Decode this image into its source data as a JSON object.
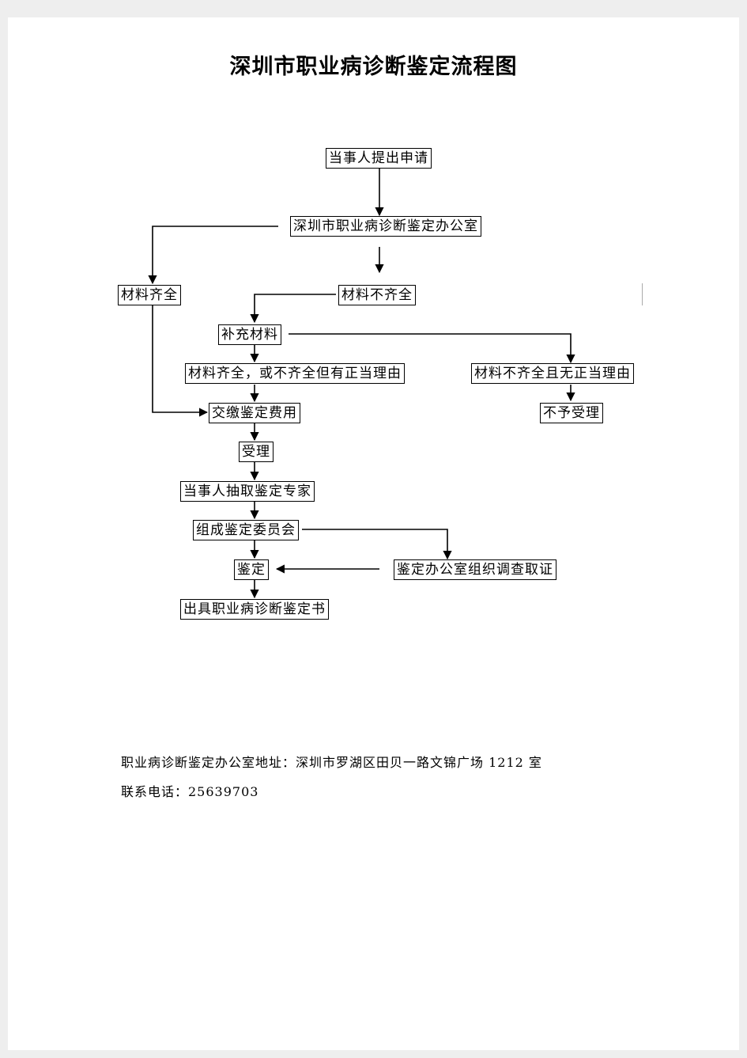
{
  "title": "深圳市职业病诊断鉴定流程图",
  "nodes": {
    "apply": "当事人提出申请",
    "office": "深圳市职业病诊断鉴定办公室",
    "complete": "材料齐全",
    "incomplete": " 材料不齐全",
    "supplement": "补充材料",
    "justified": "材料齐全，或不齐全但有正当理由",
    "unjustified": "材料不齐全且无正当理由",
    "pay_fee": "交缴鉴定费用",
    "reject": "不予受理",
    "accept": "受理",
    "select_experts": "当事人抽取鉴定专家",
    "committee": "组成鉴定委员会",
    "appraise": "鉴定",
    "investigate": "鉴定办公室组织调查取证",
    "issue": "出具职业病诊断鉴定书"
  },
  "footer": {
    "address": "职业病诊断鉴定办公室地址：深圳市罗湖区田贝一路文锦广场 1212 室",
    "phone": "联系电话：25639703"
  }
}
